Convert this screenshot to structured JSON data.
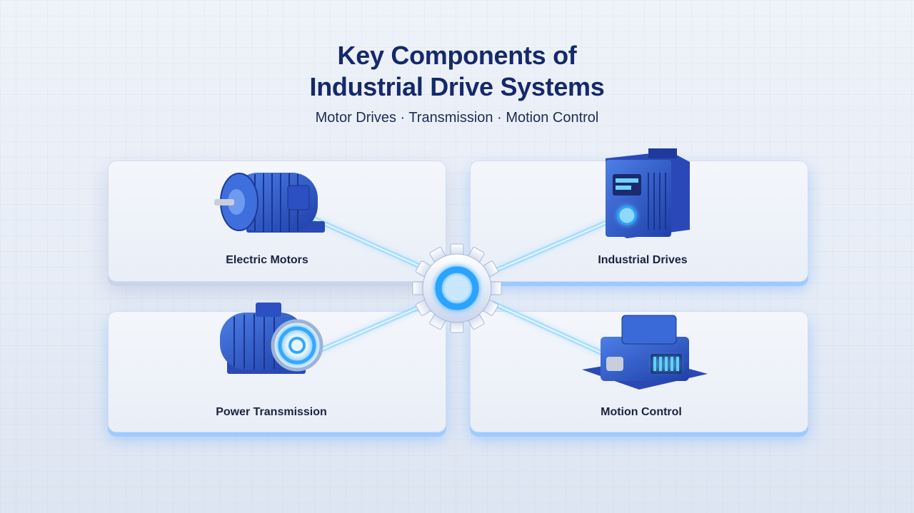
{
  "header": {
    "title_line1": "Key Components of",
    "title_line2": "Industrial Drive Systems",
    "subtitle": "Motor Drives · Transmission · Motion Control"
  },
  "components": [
    {
      "label": "Electric Motors",
      "icon": "electric-motor-icon"
    },
    {
      "label": "Industrial Drives",
      "icon": "industrial-drive-icon"
    },
    {
      "label": "Power Transmission",
      "icon": "power-transmission-icon"
    },
    {
      "label": "Motion Control",
      "icon": "motion-control-icon"
    }
  ],
  "hub": {
    "icon": "gear-icon"
  },
  "colors": {
    "title": "#15296b",
    "accent_blue": "#2f5fd0",
    "glow": "#4fb3ff",
    "panel": "#eef2f9"
  }
}
